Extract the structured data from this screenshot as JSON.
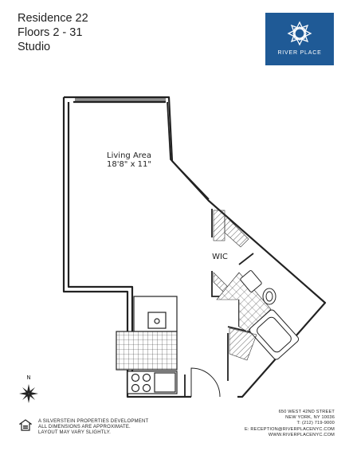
{
  "header": {
    "residence": "Residence 22",
    "floors": "Floors 2 - 31",
    "unit_type": "Studio"
  },
  "logo": {
    "name": "RIVER PLACE",
    "icon": "river-place-logo-icon",
    "color": "#1f5a96"
  },
  "rooms": {
    "living_area_label": "Living Area",
    "living_area_size": "18'8\" x 11\"",
    "closet_label": "WIC"
  },
  "compass": {
    "north_label": "N",
    "icon": "compass-star-icon"
  },
  "disclaimer": {
    "line1": "A SILVERSTEIN PROPERTIES DEVELOPMENT",
    "line2": "ALL DIMENSIONS ARE APPROXIMATE.",
    "line3": "LAYOUT MAY VARY SLIGHTLY."
  },
  "address": {
    "street": "650 WEST 42ND STREET",
    "city": "NEW YORK, NY 10036",
    "phone": "T: (212) 719-9000",
    "email": "E: RECEPTION@RIVERPLACENYC.COM",
    "website": "WWW.RIVERPLACENYC.COM"
  },
  "equal_housing_icon": "equal-housing-opportunity-icon"
}
